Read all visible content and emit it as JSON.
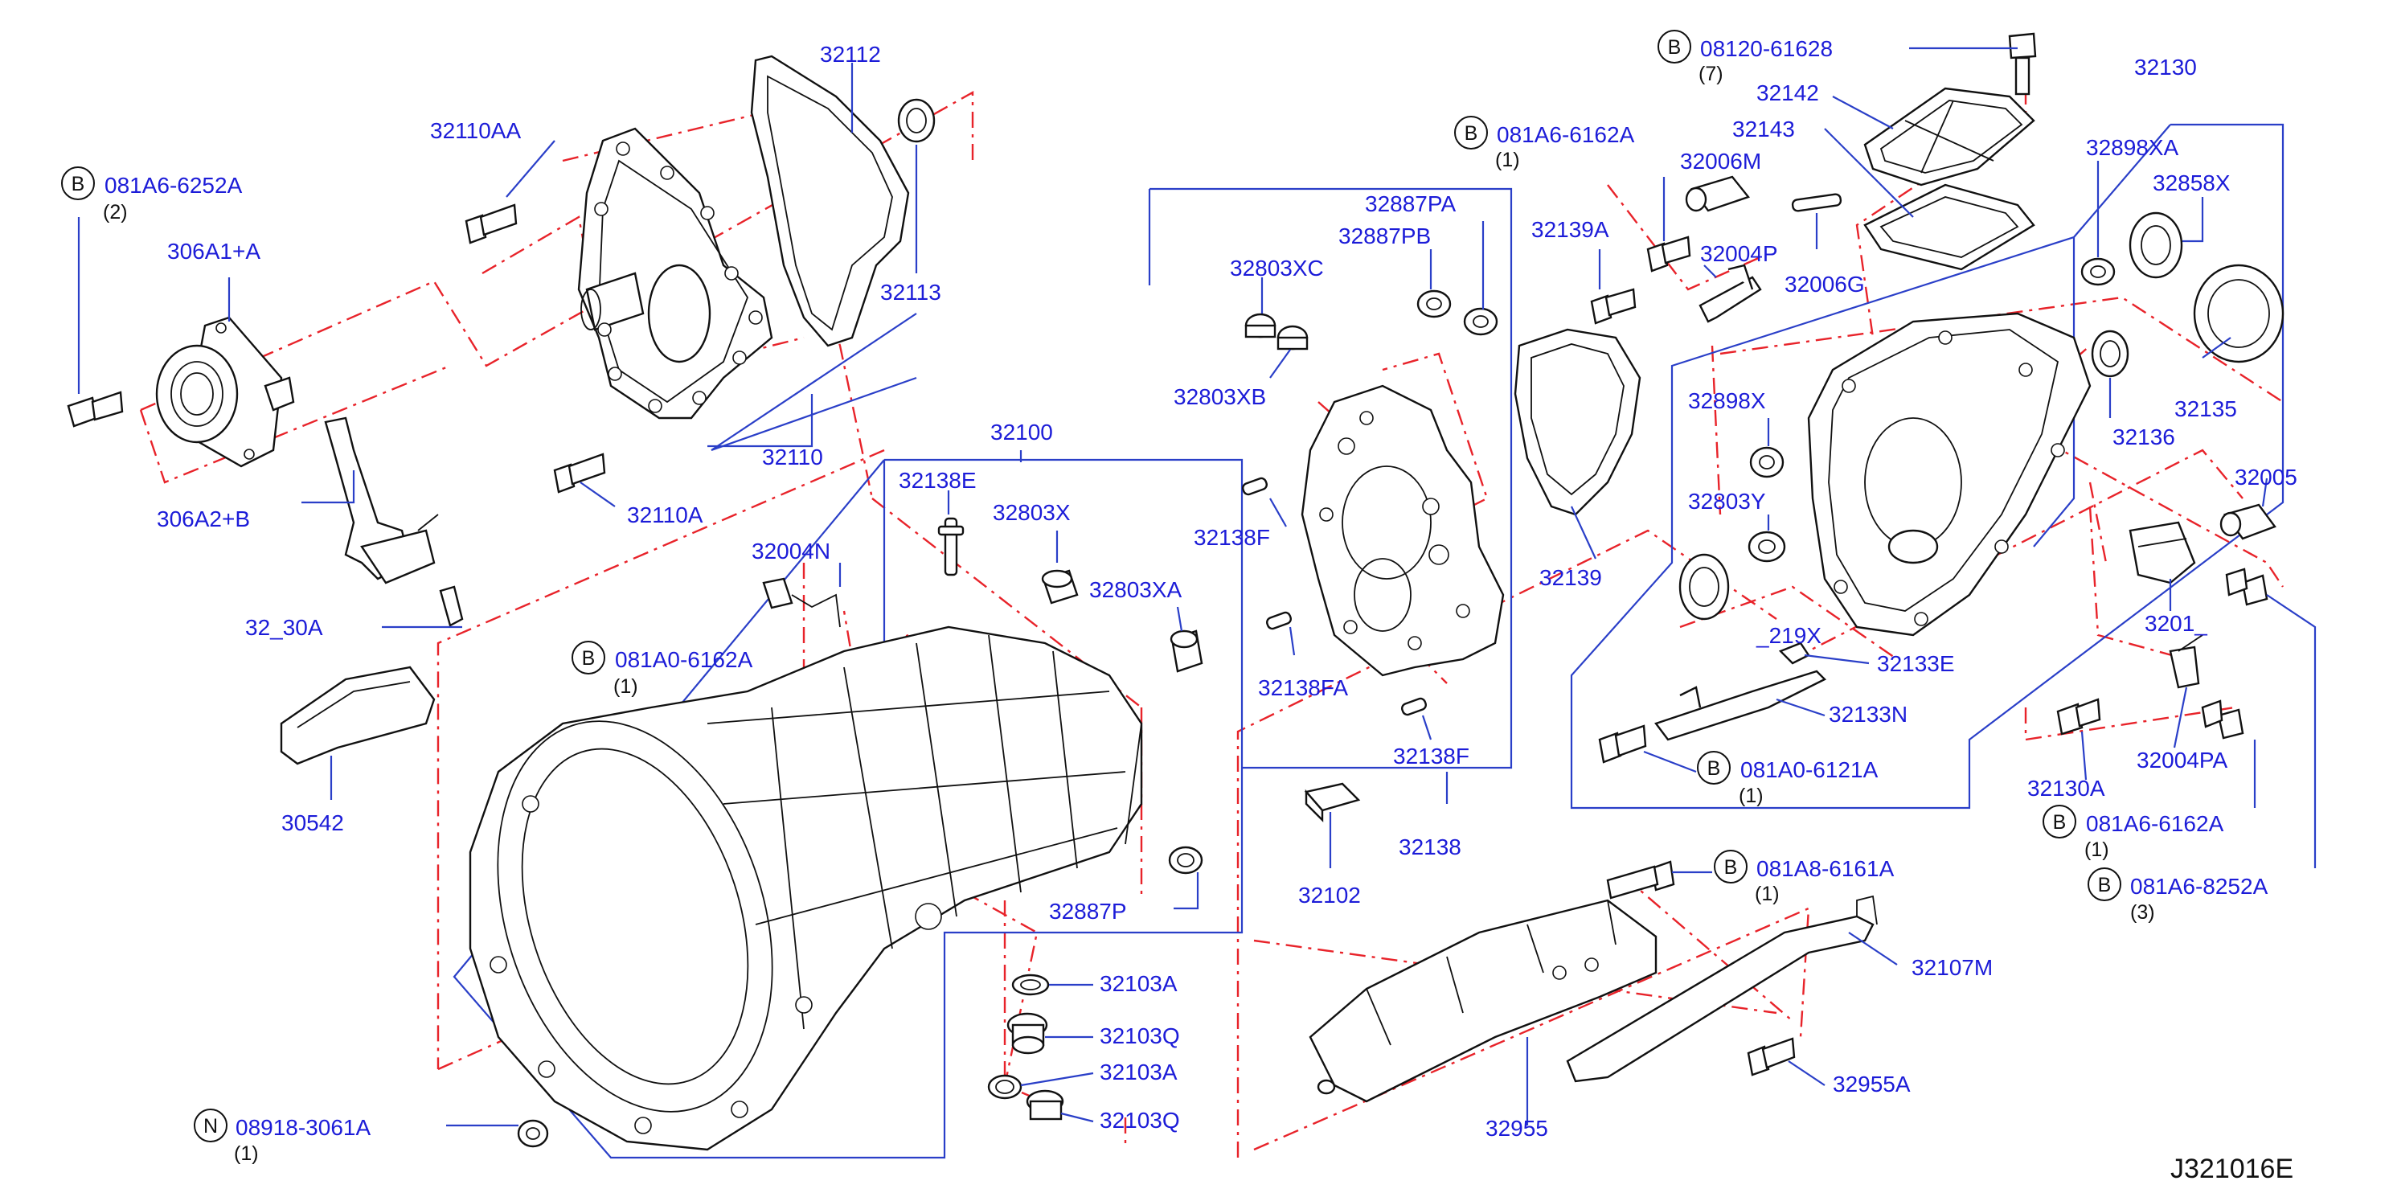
{
  "diagram_id": "J321016E",
  "colors": {
    "label": "#1c1cd8",
    "leader": "#2a3fc8",
    "dashed": "#e8232a",
    "outline": "#111111"
  },
  "labels": {
    "p32112": "32112",
    "p32110AA": "32110AA",
    "p32113": "32113",
    "p32110": "32110",
    "p32110A": "32110A",
    "p306A1A": "306A1+A",
    "p306A2B": "306A2+B",
    "p32100": "32100",
    "p32138E": "32138E",
    "p32803X": "32803X",
    "p32004N": "32004N",
    "p32803XA": "32803XA",
    "p32_30A": "32_30A",
    "p30542": "30542",
    "p32887PA": "32887PA",
    "p32887PB": "32887PB",
    "p32803XC": "32803XC",
    "p32803XB": "32803XB",
    "p32138F_1": "32138F",
    "p32138FA": "32138FA",
    "p32138F_2": "32138F",
    "p32138": "32138",
    "p32102": "32102",
    "p32139A": "32139A",
    "p32139": "32139",
    "p32006M": "32006M",
    "p32004P": "32004P",
    "p32006G": "32006G",
    "p32142": "32142",
    "p32143": "32143",
    "p32130": "32130",
    "p32898XA": "32898XA",
    "p32858X": "32858X",
    "p32135": "32135",
    "p32136": "32136",
    "p32005": "32005",
    "p32898X": "32898X",
    "p32803Y": "32803Y",
    "p3219X": "_219X",
    "p32133E": "32133E",
    "p32133N": "32133N",
    "p32011": "3201_",
    "p32130A": "32130A",
    "p32004PA": "32004PA",
    "p32887P": "32887P",
    "p32103A_1": "32103A",
    "p32103Q_1": "32103Q",
    "p32103A_2": "32103A",
    "p32103Q_2": "32103Q",
    "p32955": "32955",
    "p32107M": "32107M",
    "p32955A": "32955A"
  },
  "fasteners": [
    {
      "mark": "B",
      "code": "081A6-6252A",
      "qty": "(2)"
    },
    {
      "mark": "B",
      "code": "081A0-6162A",
      "qty": "(1)"
    },
    {
      "mark": "N",
      "code": "08918-3061A",
      "qty": "(1)"
    },
    {
      "mark": "B",
      "code": "08120-61628",
      "qty": "(7)"
    },
    {
      "mark": "B",
      "code": "081A6-6162A",
      "qty": "(1)"
    },
    {
      "mark": "B",
      "code": "081A0-6121A",
      "qty": "(1)"
    },
    {
      "mark": "B",
      "code": "081A8-6161A",
      "qty": "(1)"
    },
    {
      "mark": "B",
      "code": "081A6-6162A",
      "qty": "(1)"
    },
    {
      "mark": "B",
      "code": "081A6-8252A",
      "qty": "(3)"
    }
  ]
}
